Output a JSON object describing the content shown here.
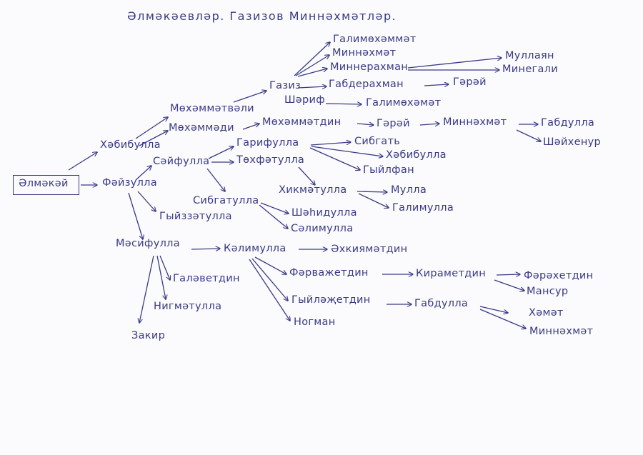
{
  "title": "Әлмәкәевләр. Газизов Миннәхмәтләр.",
  "colors": {
    "ink": "#3a3a86",
    "paper": "#fbfbfd"
  },
  "root": "Әлмәкәй",
  "names": {
    "khabibulla": "Хәбибулла",
    "fayzulla": "Фәйзулла",
    "mokhammatvali": "Мөхәммәтвәли",
    "mokhammadi": "Мөхәммәди",
    "sayfulla": "Сәйфулла",
    "gyizzatulla": "Гыйззәтулла",
    "masifulla": "Мәсифулла",
    "gaziz": "Газиз",
    "sharif": "Шәриф",
    "galimokhamat": "Галимөхәмәт",
    "galimokhammat": "Галимөхәммәт",
    "minnakhmat1": "Миннәхмәт",
    "minnerakhman": "Миннерахман",
    "gabderakhman": "Габдерахман",
    "mullayan": "Муллаян",
    "minegali": "Минегали",
    "garay1": "Гәрәй",
    "mokhammatdin": "Мөхәммәтдин",
    "garay2": "Гәрәй",
    "minnakhmat2": "Миннәхмәт",
    "gabdulla1": "Габдулла",
    "shaykhenur": "Шәйхенур",
    "garifulla": "Гарифулла",
    "tokhfatulla": "Төхфәтулла",
    "sibgat": "Сибгать",
    "khabibulla2": "Хәбибулла",
    "gyilfan": "Гыйлфан",
    "sibgatulla": "Сибгатулла",
    "khikmatulla": "Хикмәтулла",
    "mulla": "Мулла",
    "galimulla": "Галимулла",
    "shakhidulla": "Шәһидулла",
    "salimulla": "Сәлимулла",
    "kalimulla": "Кәлимулла",
    "akhkiyametdin": "Әхкиямәтдин",
    "farvazhetdin": "Фәрважетдин",
    "kirametdin": "Кираметдин",
    "farakhetdin": "Фәрәхетдин",
    "mansur": "Мансур",
    "gyilazhetdin": "Гыйләҗетдин",
    "gabdulla2": "Габдулла",
    "khamat": "Хәмәт",
    "minnakhmat3": "Миннәхмәт",
    "nogman": "Ногман",
    "galavetdin": "Галәветдин",
    "nigmatulla": "Нигмәтулла",
    "zakir": "Закир"
  }
}
